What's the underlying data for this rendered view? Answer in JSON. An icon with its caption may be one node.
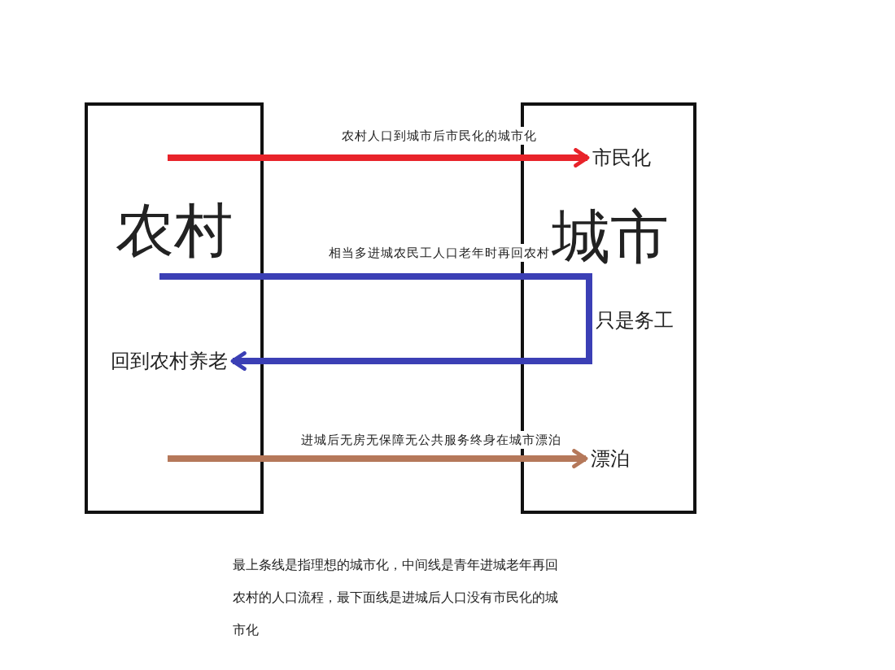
{
  "diagram": {
    "caption": "最上条线是指理想的城市化，中间线是青年进城老年再回农村的人口流程，最下面线是进城后人口没有市民化的城市化",
    "nodes": [
      {
        "text": [
          "农村"
        ]
      },
      {
        "text": [
          "城市"
        ]
      },
      {
        "text": [
          "市民化"
        ],
        "in": 1
      },
      {
        "text": [
          "回到农村养老"
        ],
        "in": 0
      },
      {
        "text": [
          "漂泊"
        ],
        "in": 1
      }
    ],
    "edges": [
      {
        "from": null,
        "to": 2,
        "arrow": "to",
        "label": "农村人口到城市后市民化的城市化",
        "color": "#e8232a"
      },
      {
        "from": null,
        "to": 3,
        "arrow": "to",
        "label": "相当多进城农民工人口老年时再回农村",
        "color": "#3b3fb5"
      },
      {
        "from": null,
        "to": 4,
        "arrow": "to",
        "label": "进城后无房无保障无公共服务终身在城市漂泊",
        "color": "#b5785a"
      }
    ],
    "labels": [
      "只是务工"
    ]
  }
}
